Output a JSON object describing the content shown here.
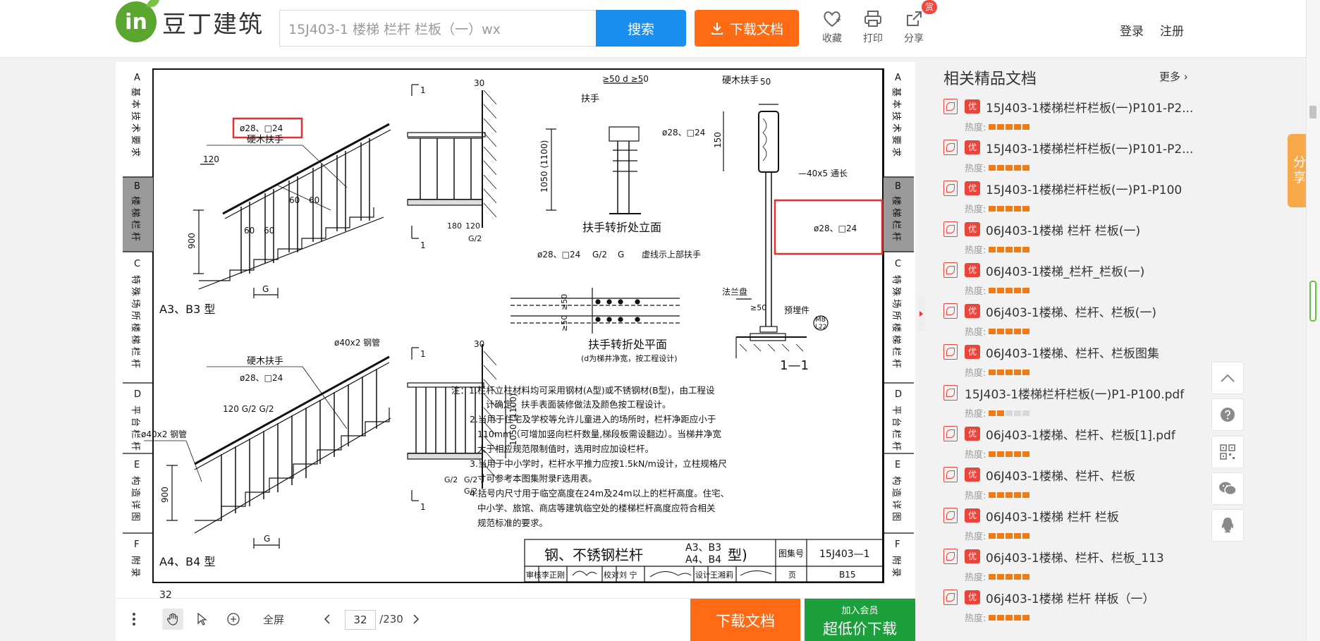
{
  "header": {
    "logo_mark": "in",
    "logo_text": "豆丁建筑",
    "search_value": "15J403-1 楼梯 栏杆 栏板（一）wx",
    "search_button": "搜索",
    "download_button": "下载文档",
    "tools": {
      "favorite": "收藏",
      "print": "打印",
      "share": "分享",
      "share_badge": "赏"
    },
    "login": "登录",
    "register": "注册"
  },
  "drawing": {
    "left_tabs": [
      {
        "letter": "A",
        "text": "基本技术要求"
      },
      {
        "letter": "B",
        "text": "楼梯栏杆"
      },
      {
        "letter": "C",
        "text": "特殊场所楼梯栏杆"
      },
      {
        "letter": "D",
        "text": "平台栏杆"
      },
      {
        "letter": "E",
        "text": "构造详图"
      },
      {
        "letter": "F",
        "text": "附录"
      }
    ],
    "labels": {
      "handrail_hardwood": "硬木扶手",
      "bar_size": "ø28、□24",
      "steel_tube": "ø40x2 钢管",
      "type_a3b3": "A3、B3 型",
      "type_a4b4": "A4、B4 型",
      "turn_elevation": "扶手转折处立面",
      "turn_plan": "扶手转折处平面",
      "turn_plan_note": "(d为梯井净宽，按工程设计)",
      "handrail": "扶手",
      "dashed_note": "虚线示上部扶手",
      "flange": "法兰盘",
      "embedded": "预埋件",
      "flat_bar": "—40x5 通长",
      "section": "1—1",
      "section_mark": "1",
      "dim_30": "30",
      "dim_50": "50",
      "dim_150": "150",
      "dim_120": "120",
      "dim_60": "60",
      "dim_900": "900",
      "dim_1050": "1050 (1100)",
      "dim_g": "G",
      "dim_g2": "G/2",
      "dim_180": "180",
      "dim_120g": "120 G/2 G/2",
      "dim_d": "≥50  d  ≥50",
      "dim_ge50": "≥50",
      "m8": "M8",
      "l22": "L22"
    },
    "notes": [
      "注：1.栏杆立柱材料均可采用钢材(A型)或不锈钢材(B型)，由工程设",
      "计确定。扶手表面装修做法及颜色按工程设计。",
      "2.当用于住宅及学校等允许儿童进入的场所时，栏杆净距应小于",
      "110mm（可增加竖向栏杆数量,梯段板需设翻边）。当梯井净宽",
      "大于相应规范限制值时，选用时应加设栏杆。",
      "3.当用于中小学时，栏杆水平推力应按1.5kN/m设计，立柱规格尺",
      "寸可参考本图集附录F选用表。",
      "4.括号内尺寸用于临空高度在24m及24m以上的栏杆高度。住宅、",
      "中小学、旅馆、商店等建筑临空处的楼梯栏杆高度应符合相关",
      "规范标准的要求。"
    ],
    "title_block": {
      "title": "钢、不锈钢栏杆",
      "types_top": "A3、B3",
      "types_bottom": "A4、B4",
      "type_suffix": "型)",
      "atlas_label": "图集号",
      "atlas_no": "15J403—1",
      "review": "审核",
      "reviewer": "李正刚",
      "check": "校对",
      "checker": "刘  宁",
      "design": "设计",
      "designer": "王湘莉",
      "page_label": "页",
      "page_no": "B15"
    },
    "page_corner": "32"
  },
  "viewer_bar": {
    "fullscreen": "全屏",
    "current_page": "32",
    "total_pages": "/230",
    "download": "下载文档",
    "vip_small": "加入会员",
    "vip_big": "超低价下载"
  },
  "sidebar": {
    "title": "相关精品文档",
    "more": "更多",
    "heat_label": "热度:",
    "items": [
      {
        "title": "15J403-1楼梯栏杆栏板(一)P101-P2...",
        "premium": true,
        "heat": 5
      },
      {
        "title": "15J403-1楼梯栏杆栏板(一)P101-P2...",
        "premium": true,
        "heat": 5
      },
      {
        "title": "15J403-1楼梯栏杆栏板(一)P1-P100",
        "premium": true,
        "heat": 5
      },
      {
        "title": "06J403-1楼梯 栏杆 栏板(一)",
        "premium": true,
        "heat": 5
      },
      {
        "title": "06J403-1楼梯_栏杆_栏板(一)",
        "premium": true,
        "heat": 5
      },
      {
        "title": "06j403-1楼梯、栏杆、栏板(一)",
        "premium": true,
        "heat": 5
      },
      {
        "title": "06J403-1楼梯、栏杆、栏板图集",
        "premium": true,
        "heat": 5
      },
      {
        "title": "15J403-1楼梯栏杆栏板(一)P1-P100.pdf",
        "premium": false,
        "heat": 2
      },
      {
        "title": "06j403-1楼梯、栏杆、栏板[1].pdf",
        "premium": true,
        "heat": 5
      },
      {
        "title": "06J403-1楼梯、栏杆、栏板",
        "premium": true,
        "heat": 5
      },
      {
        "title": "06J403-1楼梯 栏杆 栏板",
        "premium": true,
        "heat": 5
      },
      {
        "title": "06j403-1楼梯、栏杆、栏板_113",
        "premium": true,
        "heat": 5
      },
      {
        "title": "06j403-1楼梯 栏杆 样板（一）",
        "premium": true,
        "heat": 5
      }
    ],
    "premium_badge": "优"
  },
  "float": {
    "share_tab": "分享"
  },
  "colors": {
    "accent_blue": "#1a8ff0",
    "accent_orange": "#ff6a14",
    "vip_green": "#1ca03c",
    "highlight_red": "#e53030",
    "logo_green": "#5aa62f"
  }
}
